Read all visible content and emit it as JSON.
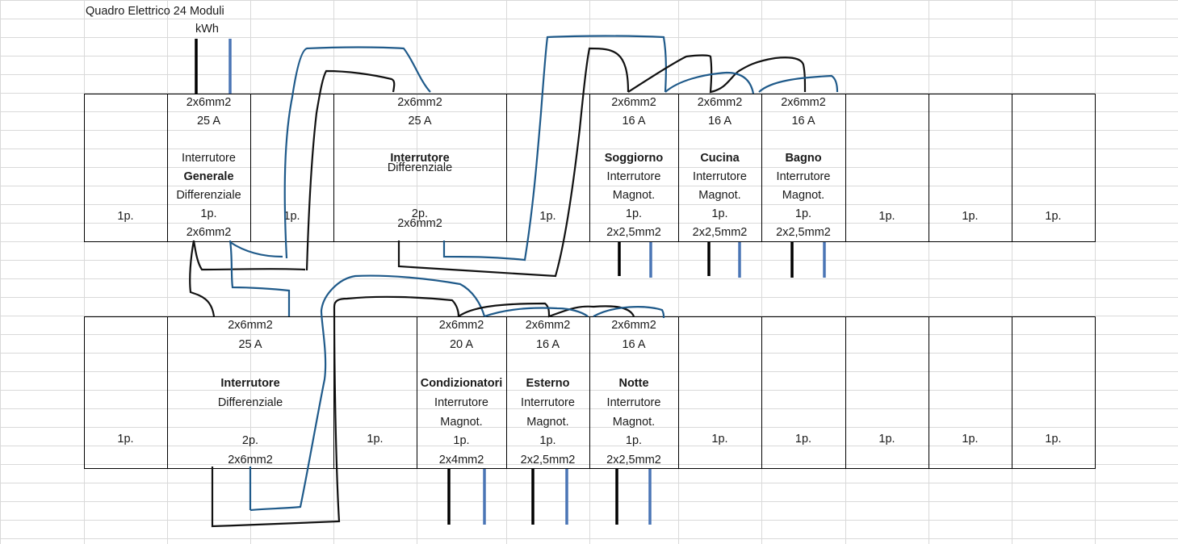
{
  "title": "Quadro Elettrico 24 Moduli",
  "meter_label": "kWh",
  "colors": {
    "phase": "#000000",
    "neutral": "#4a75b5",
    "neutral_hand": "#1f5a8a",
    "grid": "#d9d9d9",
    "border": "#000000"
  },
  "row1": {
    "modules": [
      {
        "cols": [
          0,
          0
        ],
        "lines": [
          "1p."
        ]
      },
      {
        "cols": [
          1,
          1
        ],
        "lines": [
          "2x6mm2",
          "25 A",
          "",
          "Interrutore",
          "Generale",
          "Differenziale",
          "1p.",
          "2x6mm2"
        ],
        "bold": [
          4
        ]
      },
      {
        "cols": [
          2,
          2
        ],
        "lines": [
          "1p."
        ]
      },
      {
        "cols": [
          3,
          4
        ],
        "lines": [
          "2x6mm2",
          "25 A",
          "",
          "Interrutore",
          "Differenziale",
          "",
          "2p.",
          "2x6mm2"
        ],
        "bold": [
          3
        ],
        "offset": [
          0,
          0,
          0,
          0,
          -0.5,
          0,
          0,
          -0.5
        ]
      },
      {
        "cols": [
          5,
          5
        ],
        "lines": [
          "1p."
        ]
      },
      {
        "cols": [
          6,
          6
        ],
        "lines": [
          "2x6mm2",
          "16 A",
          "",
          "Soggiorno",
          "Interrutore",
          "Magnot.",
          "1p.",
          "2x2,5mm2"
        ],
        "bold": [
          3
        ]
      },
      {
        "cols": [
          7,
          7
        ],
        "lines": [
          "2x6mm2",
          "16 A",
          "",
          "Cucina",
          "Interrutore",
          "Magnot.",
          "1p.",
          "2x2,5mm2"
        ],
        "bold": [
          3
        ]
      },
      {
        "cols": [
          8,
          8
        ],
        "lines": [
          "2x6mm2",
          "16 A",
          "",
          "Bagno",
          "Interrutore",
          "Magnot.",
          "1p.",
          "2x2,5mm2"
        ],
        "bold": [
          3
        ]
      },
      {
        "cols": [
          9,
          9
        ],
        "lines": [
          "1p."
        ]
      },
      {
        "cols": [
          10,
          10
        ],
        "lines": [
          "1p."
        ]
      },
      {
        "cols": [
          11,
          11
        ],
        "lines": [
          "1p."
        ]
      }
    ]
  },
  "row2": {
    "modules": [
      {
        "cols": [
          0,
          0
        ],
        "lines": [
          "1p."
        ]
      },
      {
        "cols": [
          1,
          2
        ],
        "lines": [
          "2x6mm2",
          "25 A",
          "",
          "Interrutore",
          "Differenziale",
          "",
          "2p.",
          "2x6mm2"
        ],
        "bold": [
          3
        ]
      },
      {
        "cols": [
          3,
          3
        ],
        "lines": [
          "1p."
        ]
      },
      {
        "cols": [
          4,
          4
        ],
        "lines": [
          "2x6mm2",
          "20 A",
          "",
          "Condizionatori",
          "Interrutore",
          "Magnot.",
          "1p.",
          "2x4mm2"
        ],
        "bold": [
          3
        ]
      },
      {
        "cols": [
          5,
          5
        ],
        "lines": [
          "2x6mm2",
          "16 A",
          "",
          "Esterno",
          "Interrutore",
          "Magnot.",
          "1p.",
          "2x2,5mm2"
        ],
        "bold": [
          3
        ]
      },
      {
        "cols": [
          6,
          6
        ],
        "lines": [
          "2x6mm2",
          "16 A",
          "",
          "Notte",
          "Interrutore",
          "Magnot.",
          "1p.",
          "2x2,5mm2"
        ],
        "bold": [
          3
        ]
      },
      {
        "cols": [
          7,
          7
        ],
        "lines": [
          "1p."
        ]
      },
      {
        "cols": [
          8,
          8
        ],
        "lines": [
          "1p."
        ]
      },
      {
        "cols": [
          9,
          9
        ],
        "lines": [
          "1p."
        ]
      },
      {
        "cols": [
          10,
          10
        ],
        "lines": [
          "1p."
        ]
      },
      {
        "cols": [
          11,
          11
        ],
        "lines": [
          "1p."
        ]
      }
    ]
  }
}
